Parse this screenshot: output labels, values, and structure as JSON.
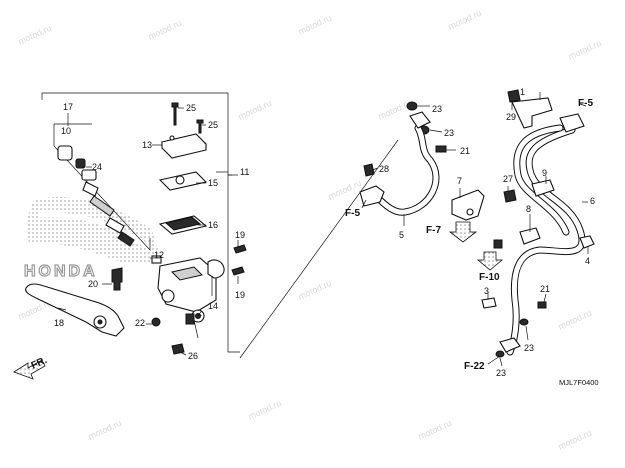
{
  "brand_logo": "HONDA",
  "front_arrow": "FR.",
  "diagram_code": "MJL7F0400",
  "watermark": "motod.ru",
  "callouts": {
    "c1": "1",
    "c2": "2",
    "c3": "3",
    "c4": "4",
    "c5": "5",
    "c6": "6",
    "c7": "7",
    "c8": "8",
    "c9": "9",
    "c10": "10",
    "c11": "11",
    "c12": "12",
    "c13": "13",
    "c14": "14",
    "c15": "15",
    "c16": "16",
    "c17": "17",
    "c18": "18",
    "c19a": "19",
    "c19b": "19",
    "c20": "20",
    "c21a": "21",
    "c21b": "21",
    "c22": "22",
    "c23a": "23",
    "c23b": "23",
    "c23c": "23",
    "c23d": "23",
    "c24": "24",
    "c25a": "25",
    "c25b": "25",
    "c26": "26",
    "c27": "27",
    "c28": "28",
    "c29": "29"
  },
  "section_refs": {
    "f5_top_right": "F-5",
    "f5_left": "F-5",
    "f7": "F-7",
    "f10": "F-10",
    "f22": "F-22"
  },
  "colors": {
    "line": "#111111",
    "watermark": "#d9d9d9",
    "logo_grey": "#bdbdbd"
  }
}
